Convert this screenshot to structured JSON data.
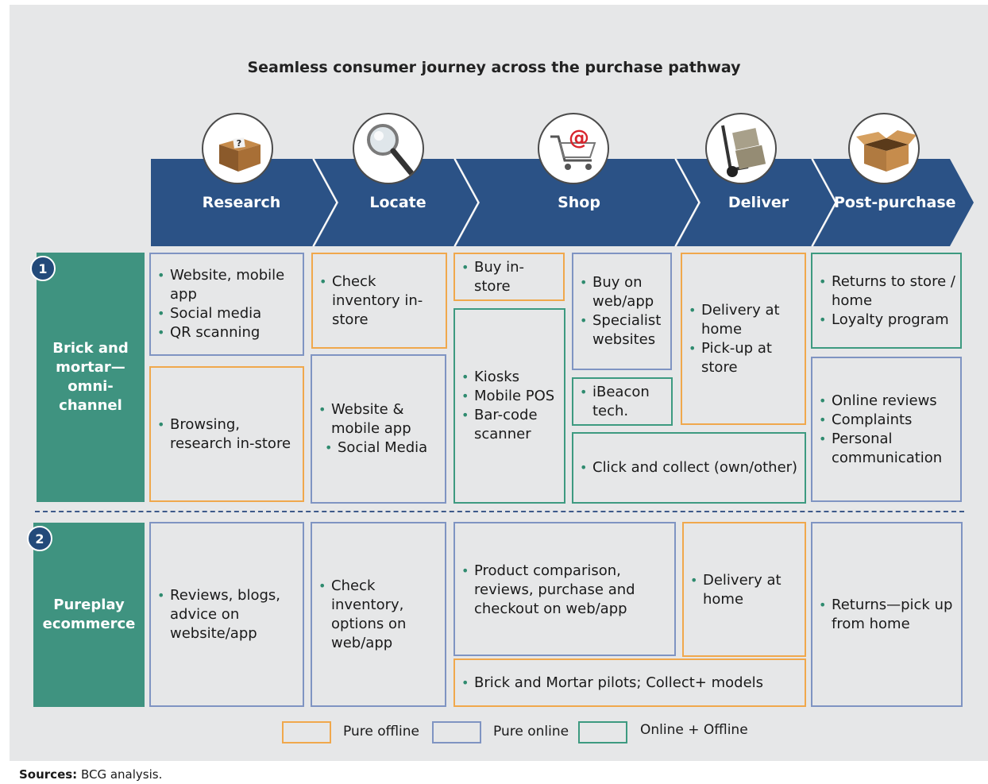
{
  "title": "Seamless consumer journey across the purchase pathway",
  "stages": [
    {
      "label": "Research",
      "icon": "mystery-box-icon"
    },
    {
      "label": "Locate",
      "icon": "magnifying-glass-icon"
    },
    {
      "label": "Shop",
      "icon": "shopping-cart-icon"
    },
    {
      "label": "Deliver",
      "icon": "hand-truck-icon"
    },
    {
      "label": "Post-purchase",
      "icon": "open-box-icon"
    }
  ],
  "rows": [
    {
      "number": "1",
      "label": "Brick and mortar—omni-channel"
    },
    {
      "number": "2",
      "label": "Pureplay ecommerce"
    }
  ],
  "cells": {
    "r1_research_a": [
      "Website, mobile app",
      "Social media",
      "QR scanning"
    ],
    "r1_research_b": [
      "Browsing, research in-store"
    ],
    "r1_locate_a": [
      "Check inventory in-store"
    ],
    "r1_locate_b_line1": "Website & mobile app",
    "r1_locate_b_line2": "Social Media",
    "r1_shop_a": [
      "Buy in-store"
    ],
    "r1_shop_b": [
      "Kiosks",
      "Mobile POS",
      "Bar-code scanner"
    ],
    "r1_shop_c": [
      "Buy on web/app",
      "Specialist websites"
    ],
    "r1_shop_d": [
      "iBeacon tech."
    ],
    "r1_shop_e": [
      "Click and collect (own/other)"
    ],
    "r1_deliver": [
      "Delivery at home",
      "Pick-up at store"
    ],
    "r1_post_a": [
      "Returns to store / home",
      "Loyalty program"
    ],
    "r1_post_b": [
      "Online reviews",
      "Complaints",
      "Personal communication"
    ],
    "r2_research": [
      "Reviews, blogs, advice on website/app"
    ],
    "r2_locate": [
      "Check inventory, options on web/app"
    ],
    "r2_shop_a": [
      "Product comparison, reviews, purchase and checkout on web/app"
    ],
    "r2_shop_b": [
      "Brick and Mortar pilots; Collect+ models"
    ],
    "r2_deliver": [
      "Delivery at home"
    ],
    "r2_post": [
      "Returns—pick up from home"
    ]
  },
  "legend": [
    {
      "label": "Pure offline",
      "color": "#f0a84c"
    },
    {
      "label": "Pure online",
      "color": "#7f94c2"
    },
    {
      "label": "Online + Offline",
      "color": "#3d9a80"
    }
  ],
  "sources_label": "Sources:",
  "sources_text": "BCG analysis.",
  "colors": {
    "arrow": "#2b5286",
    "row_label": "#3f9380",
    "panel": "#e6e7e8"
  }
}
